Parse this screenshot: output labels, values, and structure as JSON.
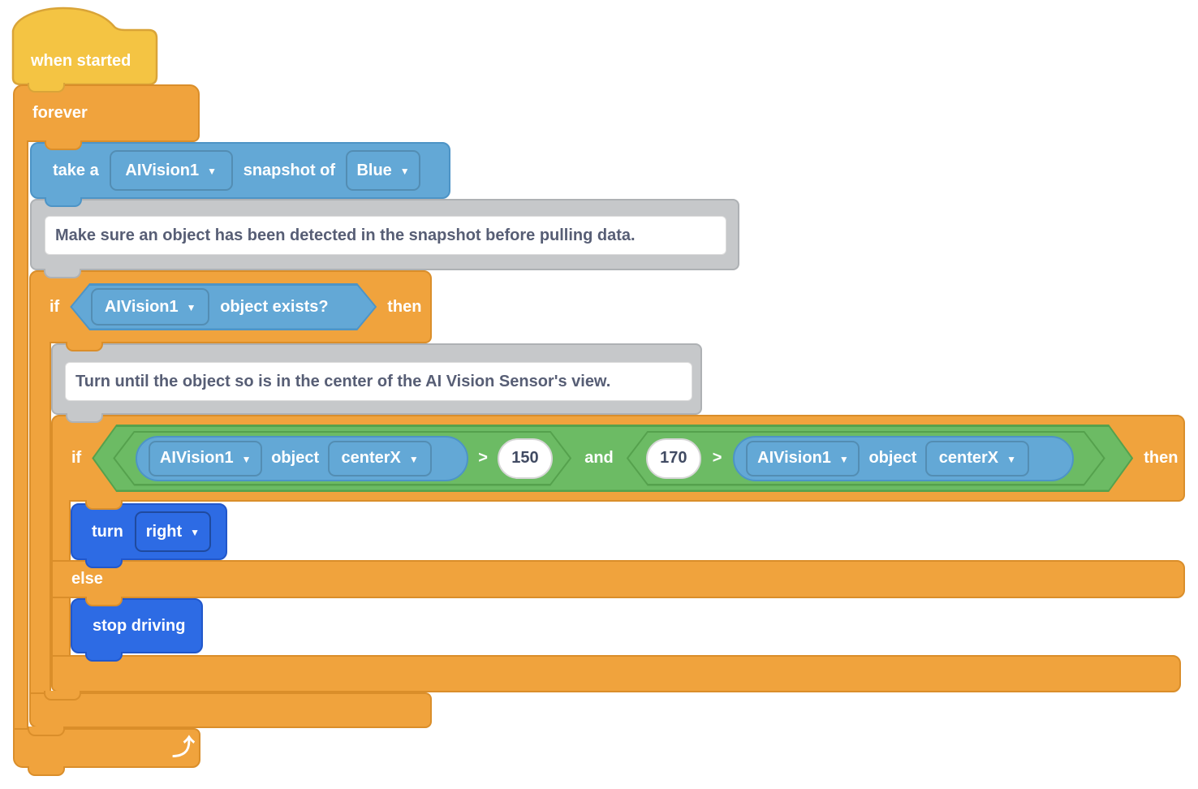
{
  "workspace": {
    "background": "#ffffff"
  },
  "colors": {
    "hat_yellow": "#F4C443",
    "control_orange": "#F0A33D",
    "sensing_blue": "#63A8D6",
    "drivetrain_blue": "#2D6BE4",
    "operator_green": "#6CBB64",
    "comment_gray": "#C6C8CA",
    "comment_text": "#575E75"
  },
  "icons": {
    "dropdown_arrow": "▼",
    "loop_arrow": "⤴"
  },
  "blocks": {
    "when_started": {
      "label": "when started"
    },
    "forever": {
      "label": "forever"
    },
    "take_snapshot": {
      "label_prefix": "take a",
      "device": "AIVision1",
      "label_middle": "snapshot of",
      "color": "Blue"
    },
    "comment_detect": {
      "text": "Make sure an object has been detected in the snapshot before pulling data."
    },
    "outer_if": {
      "keyword_if": "if",
      "keyword_then": "then",
      "device": "AIVision1",
      "condition_label": "object exists?"
    },
    "comment_center": {
      "text": "Turn until the object so is in the center of the AI Vision Sensor's view."
    },
    "inner_if": {
      "keyword_if": "if",
      "keyword_then": "then",
      "keyword_else": "else",
      "keyword_and": "and",
      "gt": ">",
      "left": {
        "device": "AIVision1",
        "object_label": "object",
        "property": "centerX",
        "value": "150"
      },
      "right": {
        "value": "170",
        "device": "AIVision1",
        "object_label": "object",
        "property": "centerX"
      }
    },
    "turn": {
      "label": "turn",
      "direction": "right"
    },
    "stop_driving": {
      "label": "stop driving"
    }
  }
}
